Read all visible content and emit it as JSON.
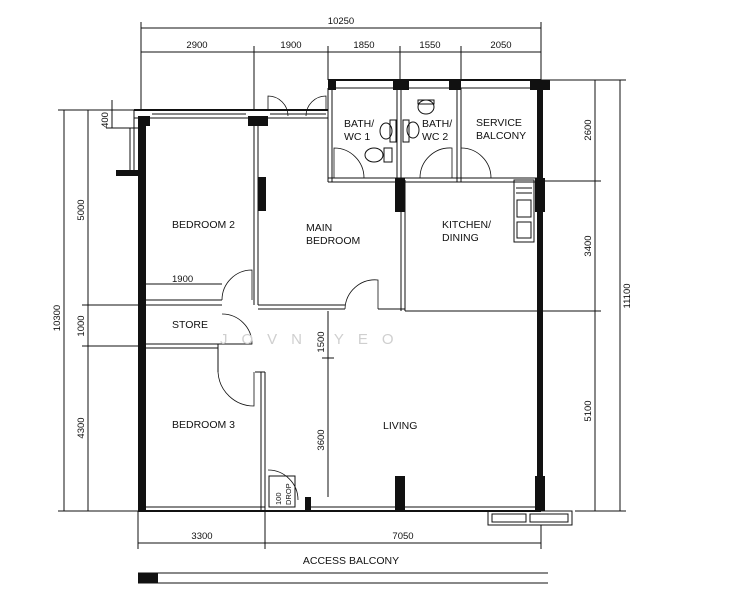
{
  "rooms": {
    "bedroom2": "BEDROOM 2",
    "main_bedroom_1": "MAIN",
    "main_bedroom_2": "BEDROOM",
    "bath1_1": "BATH/",
    "bath1_2": "WC 1",
    "bath2_1": "BATH/",
    "bath2_2": "WC 2",
    "service_1": "SERVICE",
    "service_2": "BALCONY",
    "kitchen_1": "KITCHEN/",
    "kitchen_2": "DINING",
    "store": "STORE",
    "bedroom3": "BEDROOM 3",
    "living": "LIVING",
    "refuse_1": "100",
    "refuse_2": "DROP"
  },
  "dimensions": {
    "top_total": "10250",
    "top_segments": [
      "2900",
      "1900",
      "1850",
      "1550",
      "2050"
    ],
    "left_total": "10300",
    "left_segments": [
      "5000",
      "1000",
      "4300"
    ],
    "left_small": "400",
    "right_total": "11100",
    "right_segments": [
      "2600",
      "3400",
      "5100"
    ],
    "bottom_segments": [
      "3300",
      "7050"
    ],
    "store_width": "1900",
    "living_upper": "1500",
    "living_lower": "3600"
  },
  "access_balcony": "ACCESS BALCONY",
  "watermark": "JOVN YEO"
}
